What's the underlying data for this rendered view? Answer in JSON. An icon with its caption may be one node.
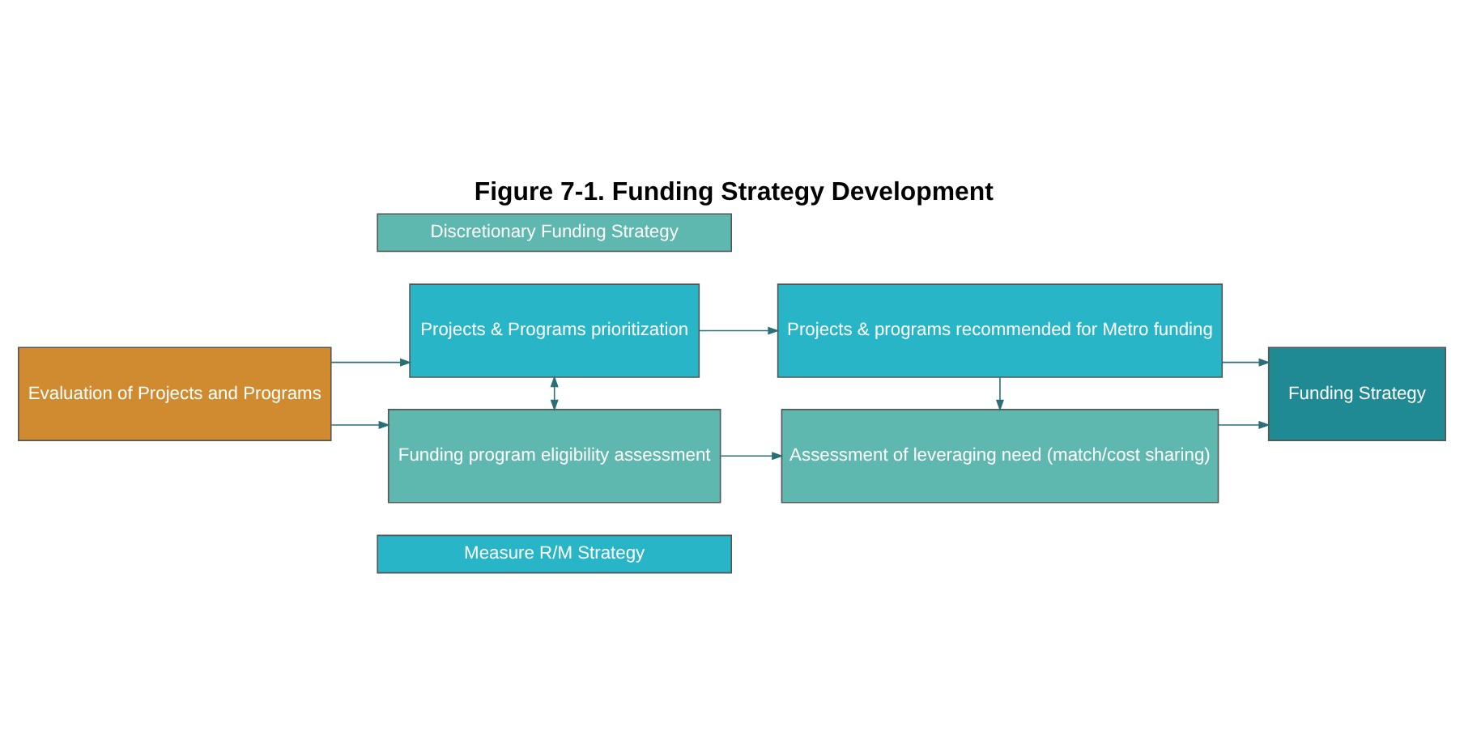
{
  "diagram": {
    "title": "Figure 7-1. Funding Strategy Development",
    "nodes": [
      {
        "text": [
          "Measure R/M Strategy"
        ]
      },
      {
        "text": [
          "Evaluation of Projects and Programs"
        ]
      },
      {
        "text": [
          "Projects & Programs prioritization"
        ]
      },
      {
        "text": [
          "Projects & programs recommended for Metro funding"
        ]
      },
      {
        "text": [
          "Funding Strategy"
        ]
      },
      {
        "text": [
          "Funding program eligibility assessment"
        ]
      },
      {
        "text": [
          "Assessment of leveraging need (match/cost sharing)"
        ]
      },
      {
        "text": [
          "Discretionary Funding Strategy"
        ]
      }
    ],
    "edges": [
      {
        "from": 1,
        "to": 2,
        "arrow": "to"
      },
      {
        "from": 1,
        "to": 5,
        "arrow": "to"
      },
      {
        "from": 2,
        "to": 3,
        "arrow": "to"
      },
      {
        "from": 2,
        "to": 5,
        "arrow": "both"
      },
      {
        "from": 3,
        "to": 6,
        "arrow": "to"
      },
      {
        "from": 5,
        "to": 6,
        "arrow": "to"
      },
      {
        "from": 3,
        "to": 4,
        "arrow": "to"
      },
      {
        "from": 6,
        "to": 4,
        "arrow": "to"
      }
    ]
  }
}
